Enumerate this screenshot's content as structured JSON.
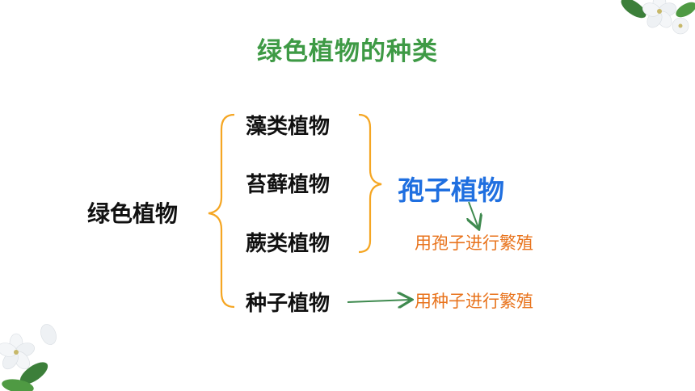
{
  "title": "绿色植物的种类",
  "root_label": "绿色植物",
  "categories": [
    "藻类植物",
    "苔藓植物",
    "蕨类植物",
    "种子植物"
  ],
  "spore_group_label": "孢子植物",
  "notes": {
    "spore": "用孢子进行繁殖",
    "seed": "用种子进行繁殖"
  },
  "colors": {
    "title": "#3e9a45",
    "bracket": "#f5a623",
    "spore_label": "#1f6fe0",
    "note": "#e8731c",
    "arrow": "#3f8a4f"
  },
  "decorations": [
    "flower-leaf-top-right",
    "flower-leaf-bottom-left"
  ]
}
